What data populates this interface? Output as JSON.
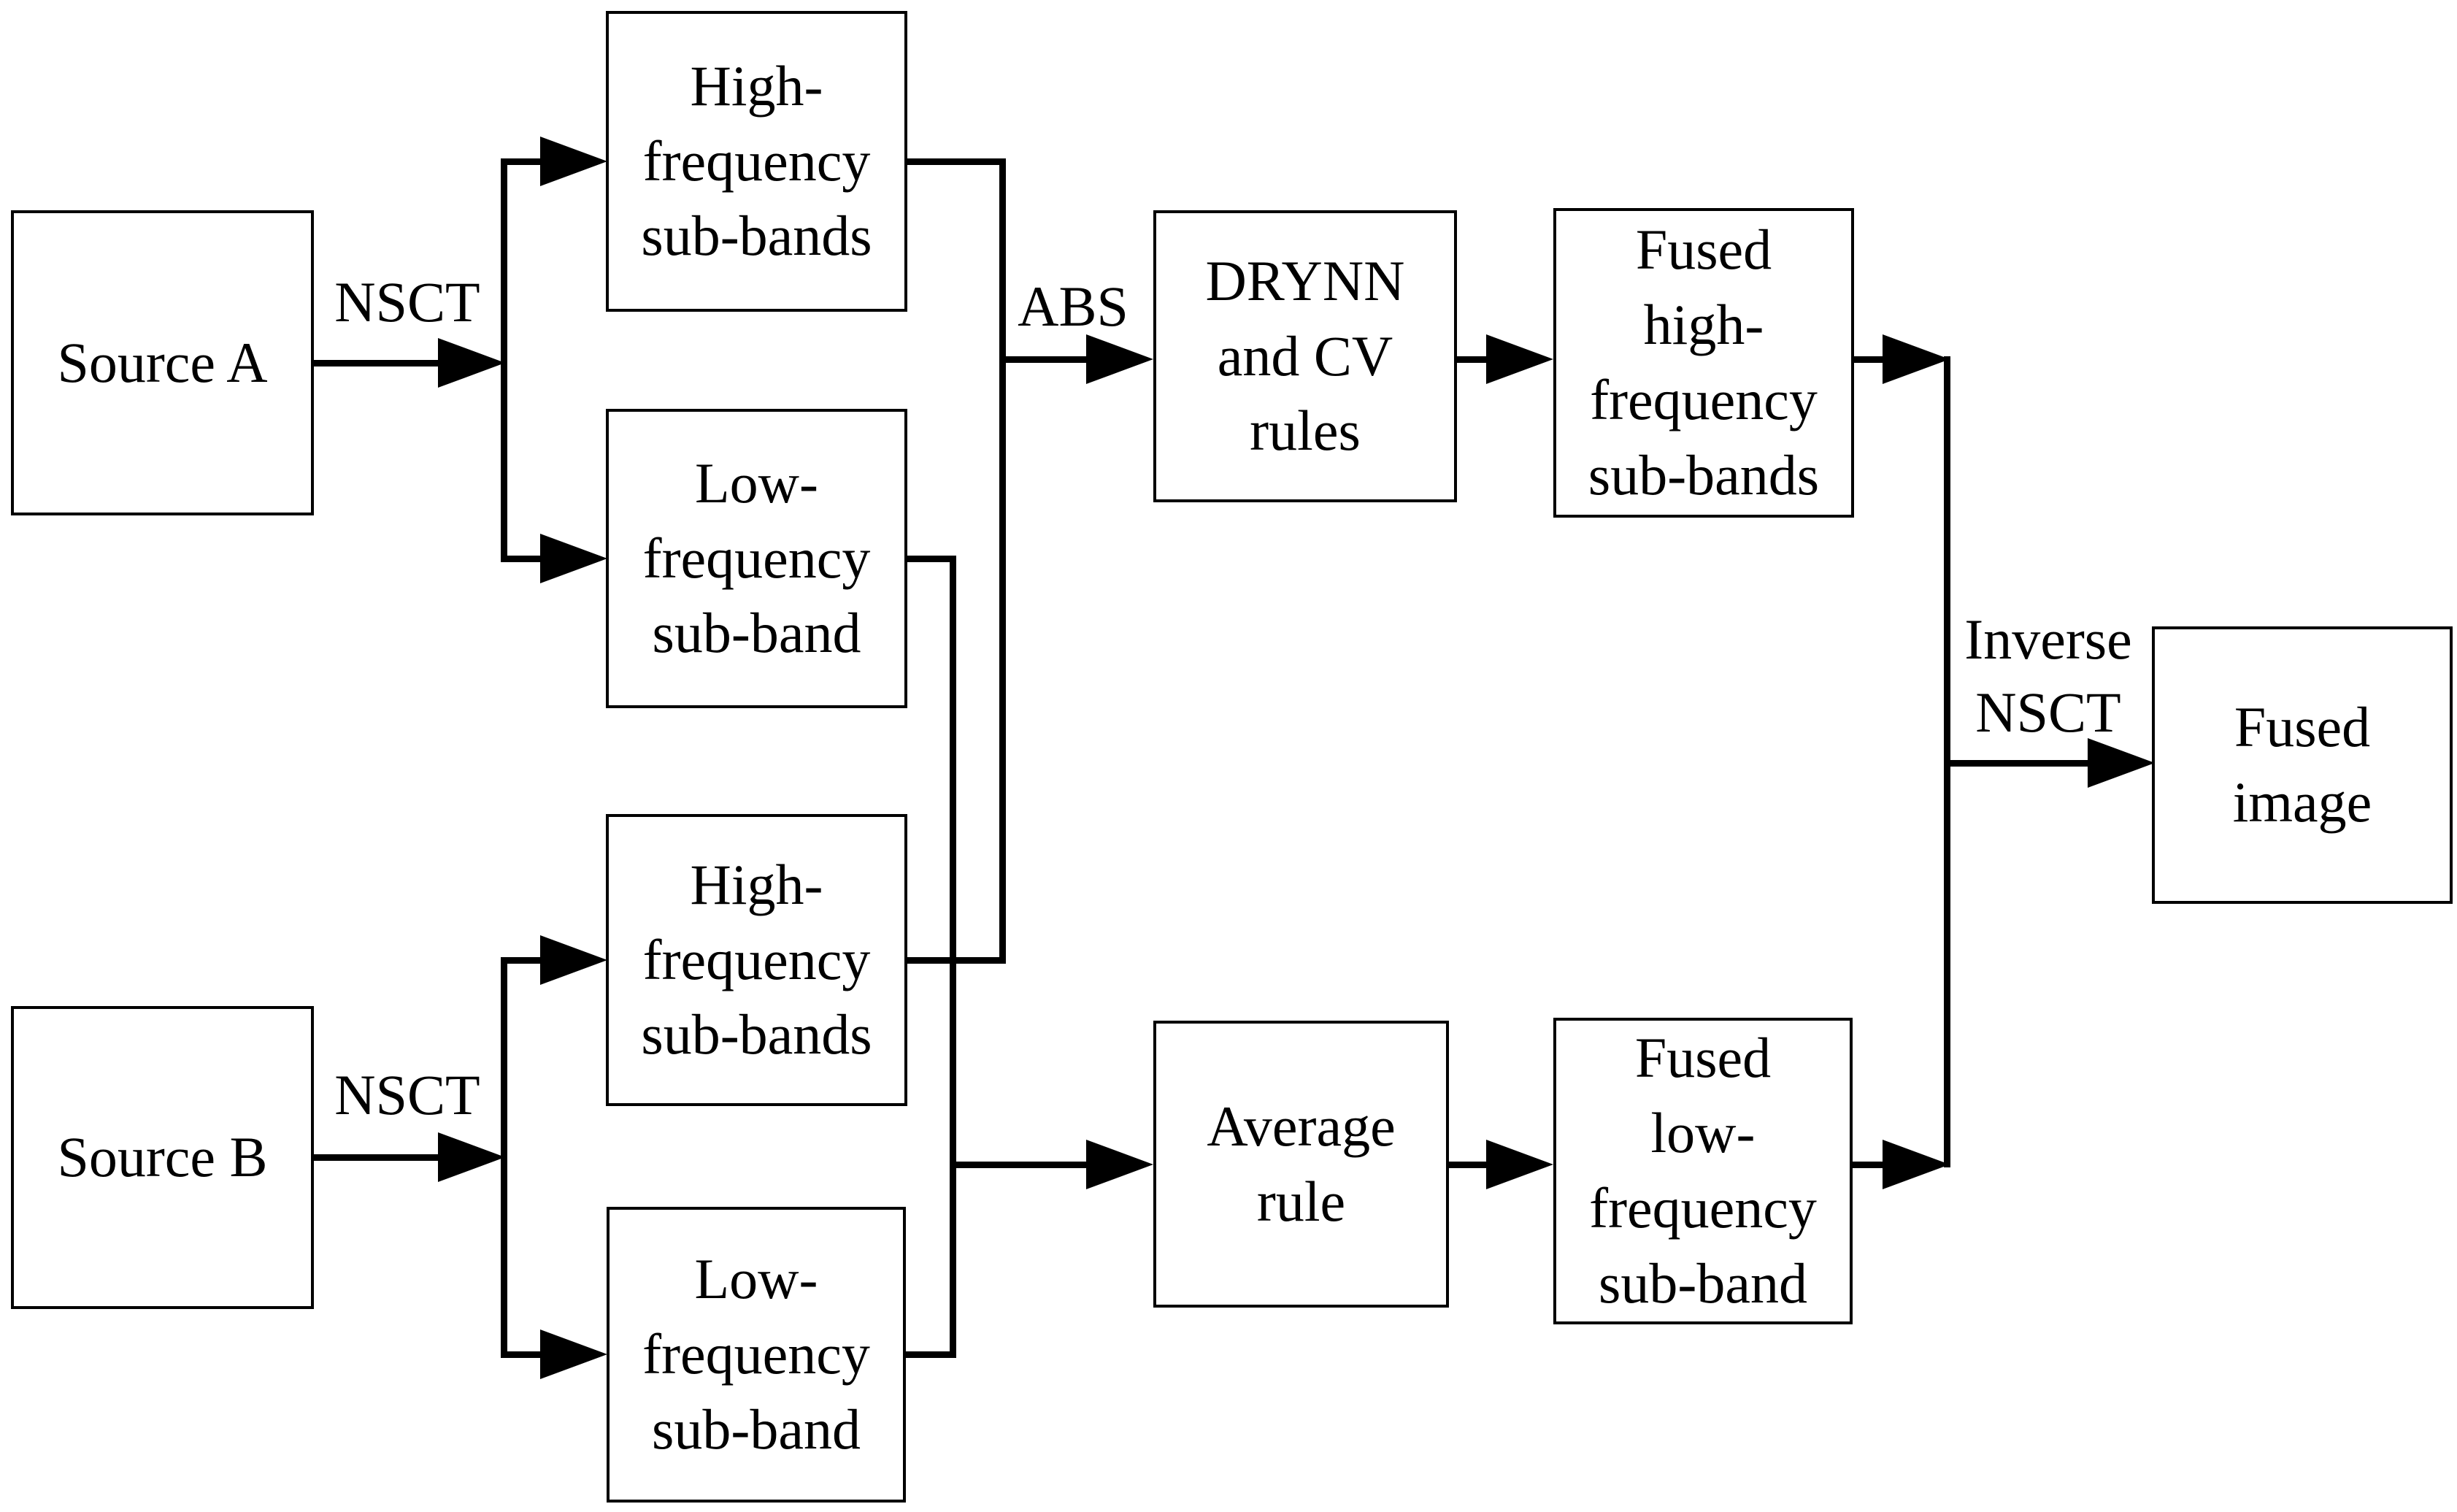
{
  "nodes": {
    "source_a": {
      "label": "Source A"
    },
    "high_freq_a": {
      "label": "High-\nfrequency\nsub-bands"
    },
    "low_freq_a": {
      "label": "Low-\nfrequency\nsub-band"
    },
    "high_freq_b": {
      "label": "High-\nfrequency\nsub-bands"
    },
    "low_freq_b": {
      "label": "Low-\nfrequency\nsub-band"
    },
    "source_b": {
      "label": "Source B"
    },
    "drynn_cv": {
      "label": "DRYNN\nand CV\nrules"
    },
    "average": {
      "label": "Average\nrule"
    },
    "fused_high": {
      "label": "Fused\nhigh-\nfrequency\nsub-bands"
    },
    "fused_low": {
      "label": "Fused\nlow-\nfrequency\nsub-band"
    },
    "fused_image": {
      "label": "Fused\nimage"
    }
  },
  "edge_labels": {
    "nsct_a": "NSCT",
    "nsct_b": "NSCT",
    "abs": "ABS",
    "inverse_nsct": "Inverse\nNSCT"
  },
  "colors": {
    "stroke": "#000000",
    "background": "#ffffff",
    "text": "#000000"
  }
}
